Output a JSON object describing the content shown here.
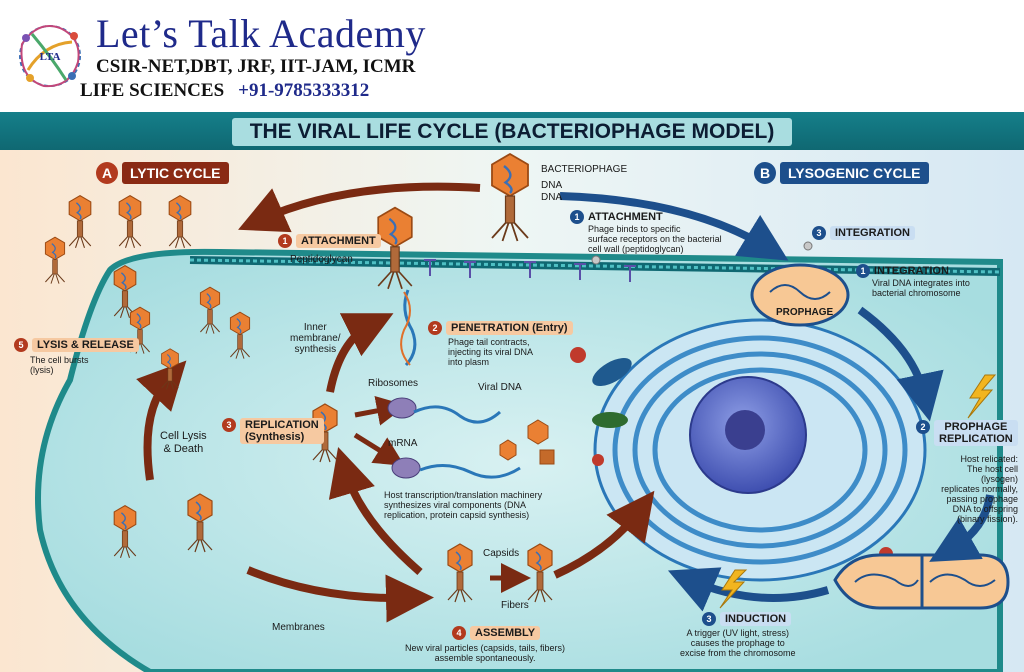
{
  "header": {
    "title": "Let’s Talk Academy",
    "exams": "CSIR-NET,DBT, JRF, IIT-JAM, ICMR",
    "subject": "LIFE SCIENCES",
    "phone": "+91-9785333312",
    "logo_text": "LTA"
  },
  "diagram_title": "THE VIRAL LIFE CYCLE (BACTERIOPHAGE MODEL)",
  "sections": {
    "lytic": {
      "letter": "A",
      "name": "LYTIC CYCLE"
    },
    "lysogenic": {
      "letter": "B",
      "name": "LYSOGENIC CYCLE"
    }
  },
  "phage_labels": {
    "bacteriophage": "BACTERIOPHAGE",
    "dna1": "DNA",
    "dna2": "DNA"
  },
  "lytic_steps": {
    "attachment": {
      "num": "1",
      "label": "ATTACHMENT"
    },
    "penetration": {
      "num": "2",
      "label": "PENETRATION (Entry)",
      "desc": [
        "Phage tail contracts,",
        "injecting its viral DNA",
        "into plasm"
      ]
    },
    "replication": {
      "num": "3",
      "label": "REPLICATION",
      "label2": "(Synthesis)"
    },
    "assembly": {
      "num": "4",
      "label": "ASSEMBLY",
      "desc": [
        "New viral particles (capsids, tails, fibers)",
        "assemble spontaneously."
      ]
    },
    "lysis": {
      "num": "5",
      "label": "LYSIS & RELEASE",
      "desc": [
        "The cell bursts",
        "(lysis)"
      ]
    }
  },
  "lytic_labels": {
    "peptidoglycan": "Peptidoglycan",
    "inner_membrane": [
      "Inner",
      "membrane/",
      "synthesis"
    ],
    "ribosomes": "Ribosomes",
    "viral_dna": "Viral DNA",
    "mrna": "mRNA",
    "host_machinery": [
      "Host transcription/translation machinery",
      "synthesizes viral components (DNA",
      "replication, protein capsid synthesis)"
    ],
    "cell_lysis": [
      "Cell Lysis",
      "& Death"
    ],
    "capsids": "Capsids",
    "fibers": "Fibers",
    "membranes": "Membranes"
  },
  "lysogenic_steps": {
    "attachment": {
      "num": "1",
      "label": "ATTACHMENT",
      "desc": [
        "Phage binds to specific",
        "surface receptors on the bacterial",
        "cell wall (peptidoglycan)"
      ]
    },
    "integration_top": {
      "num": "3",
      "label": "INTEGRATION"
    },
    "integration": {
      "num": "1",
      "label": "INTEGRATION",
      "desc": [
        "Viral DNA integrates into",
        "bacterial chromosome"
      ]
    },
    "prophage": "PROPHAGE",
    "replication": {
      "num": "2",
      "label": "PROPHAGE",
      "label2": "REPLICATION",
      "desc": [
        "Host relicated:",
        "The host cell",
        "(lysogen)",
        "replicates normally,",
        "passing prophage",
        "DNA to offspring",
        "(binary fission)."
      ]
    },
    "induction": {
      "num": "3",
      "label": "INDUCTION",
      "desc": [
        "A trigger (UV light, stress)",
        "causes the prophage to",
        "excise from the chromosome"
      ]
    }
  },
  "colors": {
    "lytic": "#7a2a12",
    "lysogenic": "#1d4f8c",
    "teal": "#157f8a",
    "phage": "#e8782e"
  }
}
